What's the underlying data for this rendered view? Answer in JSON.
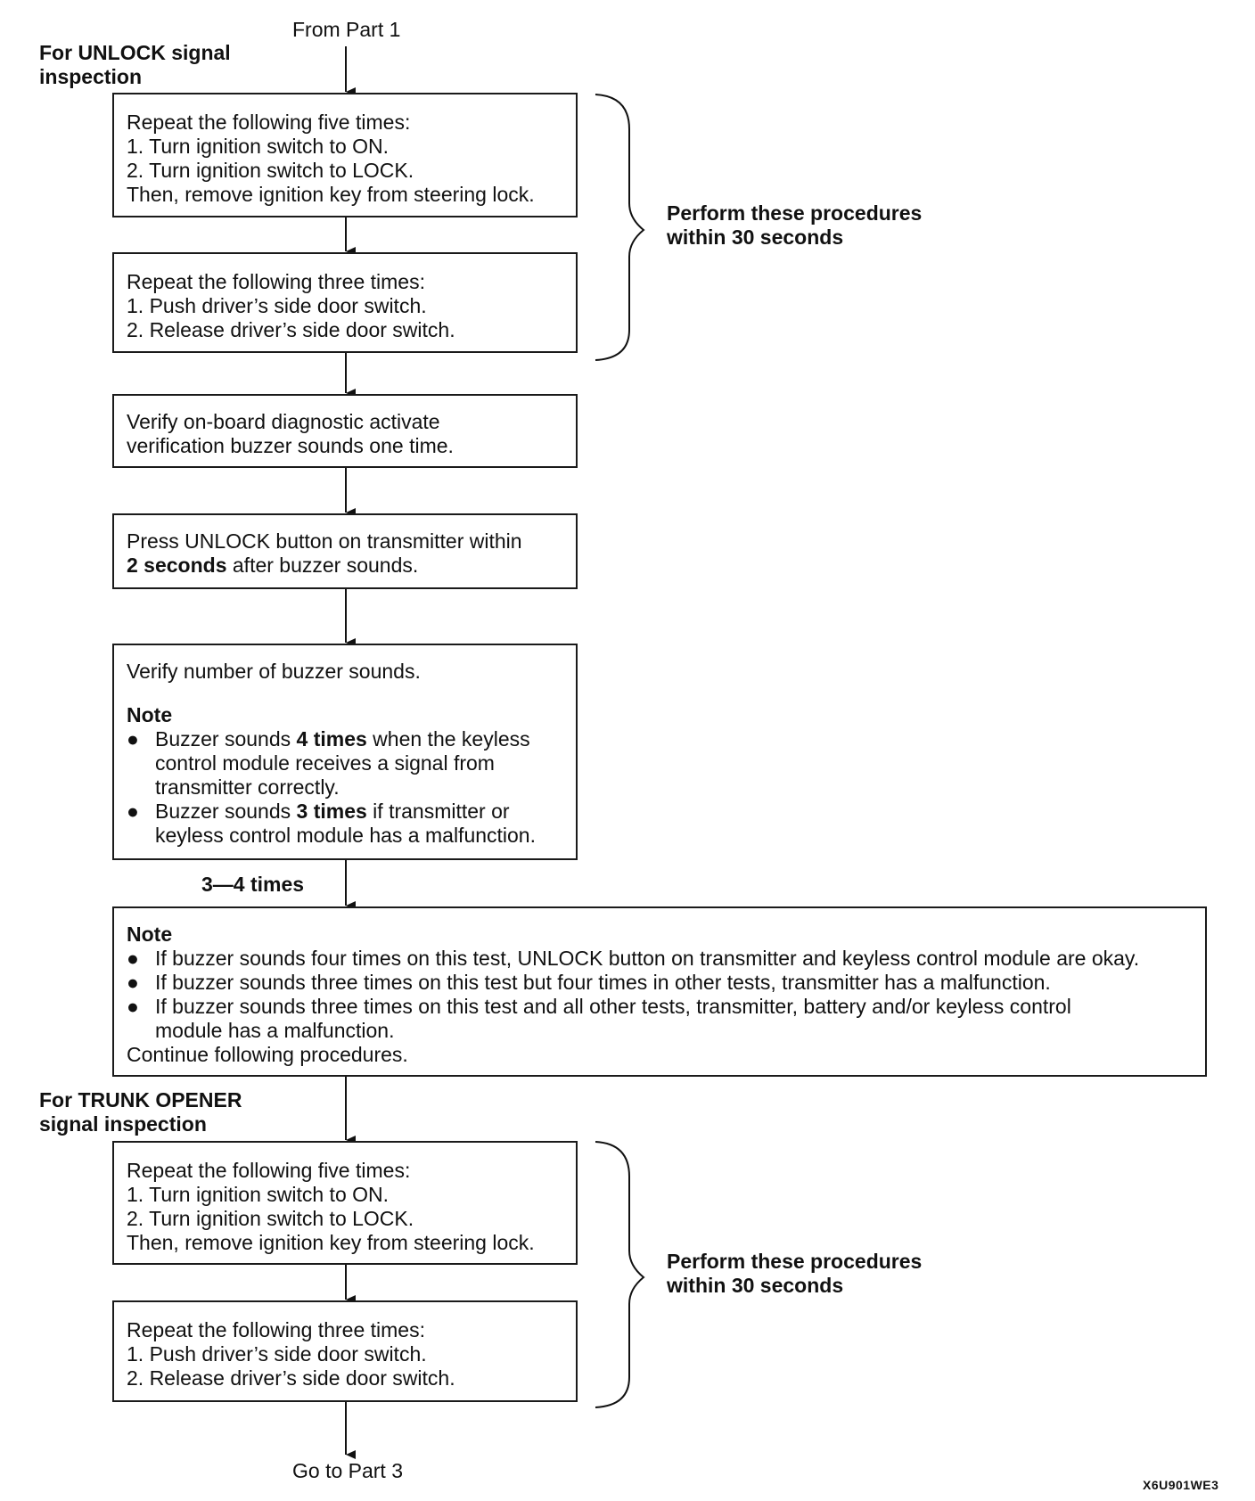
{
  "start_label": "From Part 1",
  "end_label": "Go to Part 3",
  "doc_id": "X6U901WE3",
  "sections": {
    "unlock_title": "For UNLOCK signal inspection",
    "trunk_title": "For TRUNK OPENER signal inspection"
  },
  "brace_note_1": [
    "Perform these procedures",
    "within 30 seconds"
  ],
  "brace_note_2": [
    "Perform these procedures",
    "within 30 seconds"
  ],
  "box1": {
    "lines": [
      "Repeat the following five times:",
      "1.  Turn ignition switch to ON.",
      "2.  Turn ignition switch to LOCK.",
      "Then, remove ignition key from steering lock."
    ]
  },
  "box2": {
    "lines": [
      "Repeat the following three times:",
      "1.  Push driver’s side door switch.",
      "2.  Release driver’s side door switch."
    ]
  },
  "box3": {
    "lines": [
      "Verify on-board diagnostic activate",
      "verification buzzer sounds one time."
    ]
  },
  "box4": {
    "line1": "Press UNLOCK button on transmitter within",
    "line2_bold": "2 seconds",
    "line2_rest": " after buzzer sounds."
  },
  "box5": {
    "intro": "Verify number of buzzer sounds.",
    "note_title": "Note",
    "bullet1_pre": "Buzzer sounds ",
    "bullet1_bold": "4 times",
    "bullet1_post": " when the keyless control module receives a signal from transmitter correctly.",
    "bullet2_pre": "Buzzer sounds ",
    "bullet2_bold": "3 times",
    "bullet2_post": " if transmitter or keyless control module has a malfunction."
  },
  "branch_label": "3—4 times",
  "box6": {
    "note_title": "Note",
    "bullets": [
      "If buzzer sounds four times on this test, UNLOCK button on transmitter and keyless control module are okay.",
      "If buzzer sounds three times on this test but four times in other tests, transmitter has a malfunction.",
      "If buzzer sounds three times on this test and all other tests, transmitter, battery and/or keyless control module has a malfunction."
    ],
    "footer": "Continue following procedures."
  },
  "box7": {
    "lines": [
      "Repeat the following five times:",
      "1.  Turn ignition switch to ON.",
      "2.  Turn ignition switch to LOCK.",
      "Then, remove ignition key from steering lock."
    ]
  },
  "box8": {
    "lines": [
      "Repeat the following three times:",
      "1.  Push driver’s side door switch.",
      "2.  Release driver’s side door switch."
    ]
  },
  "bullet_glyph": "●"
}
